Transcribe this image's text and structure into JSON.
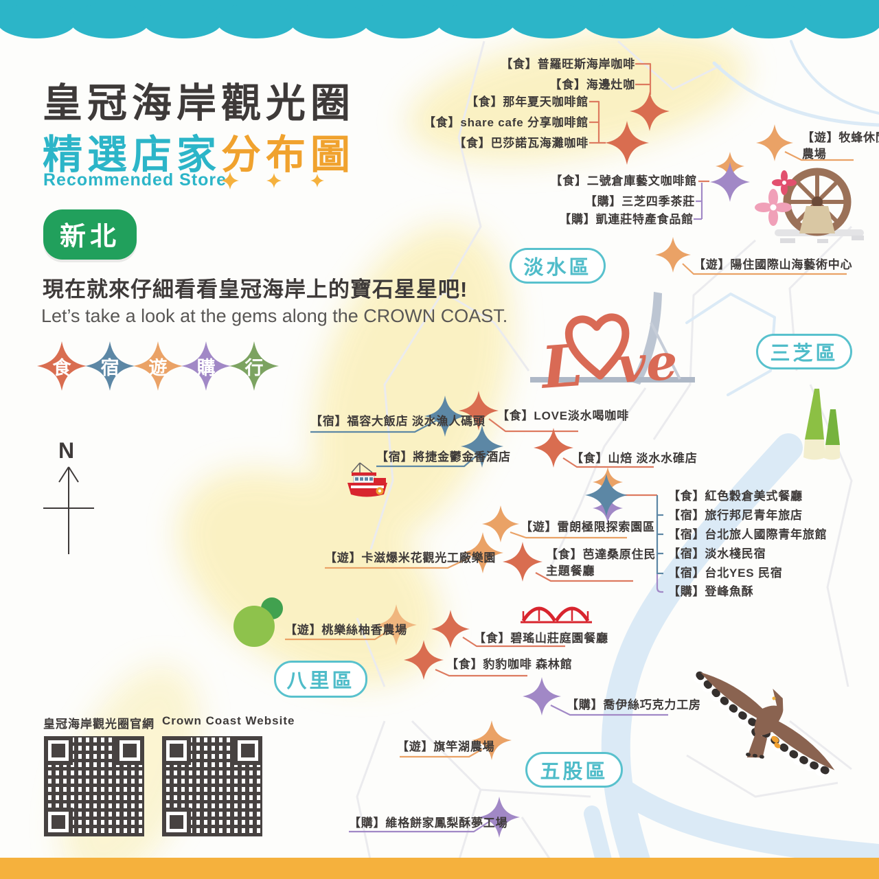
{
  "header": {
    "title_line1": "皇冠海岸觀光圈",
    "title_highlight": "精選店家",
    "title_accent": "分布圖",
    "subtitle": "Recommended Store",
    "area_badge": "新北",
    "tagline_zh": "現在就來仔細看看皇冠海岸上的寶石星星吧!",
    "tagline_en": "Let’s take a look at the gems along the CROWN COAST."
  },
  "legend": {
    "items": [
      {
        "label": "食",
        "color": "#d96d50"
      },
      {
        "label": "宿",
        "color": "#5c87a5"
      },
      {
        "label": "遊",
        "color": "#eaa266"
      },
      {
        "label": "購",
        "color": "#a188c6"
      },
      {
        "label": "行",
        "color": "#7ca361"
      }
    ]
  },
  "compass": {
    "north_label": "N"
  },
  "districts": [
    {
      "name": "淡水區"
    },
    {
      "name": "三芝區"
    },
    {
      "name": "八里區"
    },
    {
      "name": "五股區"
    }
  ],
  "markers": [
    {
      "label": "【食】普羅旺斯海岸咖啡",
      "category": "食"
    },
    {
      "label": "【食】海邊灶咖",
      "category": "食"
    },
    {
      "label": "【食】那年夏天咖啡館",
      "category": "食"
    },
    {
      "label": "【食】share cafe 分享咖啡館",
      "category": "食"
    },
    {
      "label": "【食】巴莎諾瓦海灘咖啡",
      "category": "食"
    },
    {
      "label": "【食】二號倉庫藝文咖啡館",
      "category": "食"
    },
    {
      "label": "【購】三芝四季茶莊",
      "category": "購"
    },
    {
      "label": "【購】凱連莊特產食品館",
      "category": "購"
    },
    {
      "label": "【遊】牧蜂休閒",
      "label2": "農場",
      "category": "遊"
    },
    {
      "label": "【遊】陽住國際山海藝術中心",
      "category": "遊"
    },
    {
      "label": "【宿】福容大飯店 淡水漁人碼頭",
      "category": "宿"
    },
    {
      "label": "【食】LOVE淡水喝咖啡",
      "category": "食"
    },
    {
      "label": "【宿】將捷金鬱金香酒店",
      "category": "宿"
    },
    {
      "label": "【食】山焙 淡水水碓店",
      "category": "食"
    },
    {
      "label": "【食】紅色穀倉美式餐廳",
      "category": "食"
    },
    {
      "label": "【宿】旅行邦尼青年旅店",
      "category": "宿"
    },
    {
      "label": "【宿】台北旅人國際青年旅館",
      "category": "宿"
    },
    {
      "label": "【宿】淡水棧民宿",
      "category": "宿"
    },
    {
      "label": "【宿】台北YES 民宿",
      "category": "宿"
    },
    {
      "label": "【購】登峰魚酥",
      "category": "購"
    },
    {
      "label": "【遊】雷朗極限探索園區",
      "category": "遊"
    },
    {
      "label": "【遊】卡滋爆米花觀光工廠樂園",
      "category": "遊"
    },
    {
      "label": "【食】芭達桑原住民",
      "label2": "主題餐廳",
      "category": "食"
    },
    {
      "label": "【遊】桃樂絲柚香農場",
      "category": "遊"
    },
    {
      "label": "【食】碧瑤山莊庭園餐廳",
      "category": "食"
    },
    {
      "label": "【食】豹豹咖啡 森林館",
      "category": "食"
    },
    {
      "label": "【購】喬伊絲巧克力工房",
      "category": "購"
    },
    {
      "label": "【遊】旗竿湖農場",
      "category": "遊"
    },
    {
      "label": "【購】維格餅家鳳梨酥夢工場",
      "category": "購"
    }
  ],
  "footer": {
    "qr_left_label": "皇冠海岸觀光圈官網",
    "qr_right_label": "Crown Coast Website"
  },
  "illustrations": [
    "waterwheel",
    "cherry-blossoms",
    "love-sculpture",
    "bridge-tower",
    "fishing-boat",
    "bamboo-shoots",
    "pomelo",
    "red-arch-bridge",
    "eagle"
  ],
  "colors": {
    "wave_teal": "#2cb5c8",
    "accent_amber": "#f5b13d",
    "badge_green": "#21a05c",
    "district_teal": "#58c1cd",
    "food": "#d96d50",
    "stay": "#5c87a5",
    "play": "#eaa266",
    "shop": "#a188c6",
    "transport": "#7ca361"
  }
}
